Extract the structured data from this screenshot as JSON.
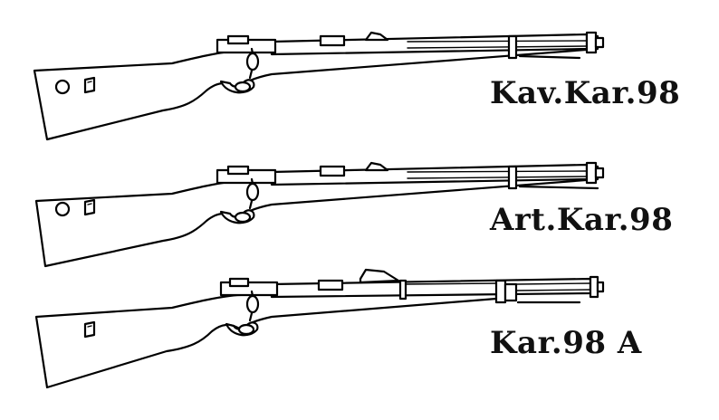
{
  "figure": {
    "background": "#ffffff",
    "line_color": "#000000",
    "rifles": [
      {
        "label": "Kav.Kar.98",
        "variant": "kavallerie-karabiner"
      },
      {
        "label": "Art.Kar.98",
        "variant": "artillerie-karabiner"
      },
      {
        "label": "Kar.98 A",
        "variant": "karabiner-98a"
      }
    ]
  }
}
